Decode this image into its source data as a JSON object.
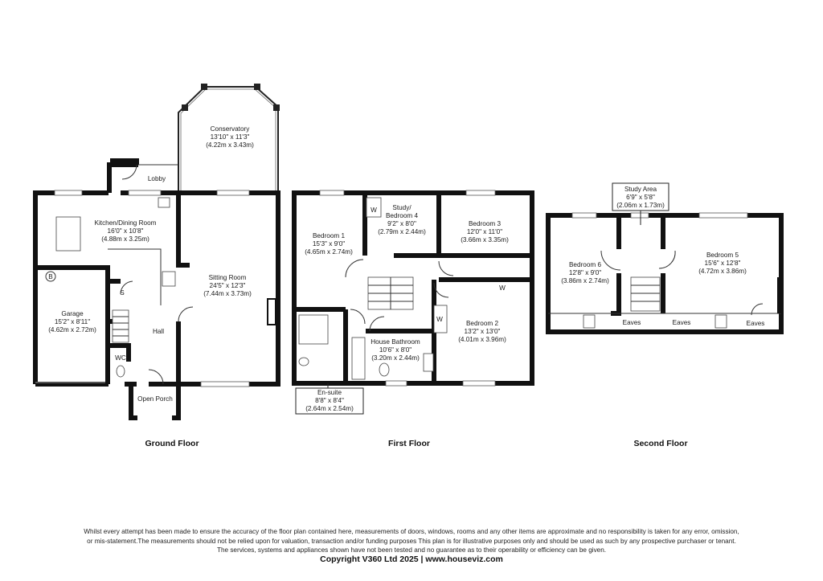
{
  "floors": [
    {
      "title": "Ground Floor"
    },
    {
      "title": "First Floor"
    },
    {
      "title": "Second Floor"
    }
  ],
  "rooms": {
    "conservatory": {
      "name": "Conservatory",
      "imperial": "13'10\" x 11'3\"",
      "metric": "(4.22m x 3.43m)"
    },
    "lobby": {
      "name": "Lobby"
    },
    "kitchen": {
      "name": "Kitchen/Dining Room",
      "imperial": "16'0\" x 10'8\"",
      "metric": "(4.88m x 3.25m)"
    },
    "sitting": {
      "name": "Sitting Room",
      "imperial": "24'5\" x 12'3\"",
      "metric": "(7.44m x 3.73m)"
    },
    "garage": {
      "name": "Garage",
      "imperial": "15'2\" x 8'11\"",
      "metric": "(4.62m x 2.72m)"
    },
    "hall": {
      "name": "Hall"
    },
    "wc": {
      "name": "WC"
    },
    "porch": {
      "name": "Open Porch"
    },
    "store": {
      "name": "S"
    },
    "boiler": {
      "name": "B"
    },
    "bedroom1": {
      "name": "Bedroom 1",
      "imperial": "15'3\" x 9'0\"",
      "metric": "(4.65m x 2.74m)"
    },
    "study4": {
      "name1": "Study/",
      "name2": "Bedroom 4",
      "imperial": "9'2\" x 8'0\"",
      "metric": "(2.79m x 2.44m)"
    },
    "bedroom3": {
      "name": "Bedroom 3",
      "imperial": "12'0\" x 11'0\"",
      "metric": "(3.66m x 3.35m)"
    },
    "bedroom2": {
      "name": "Bedroom 2",
      "imperial": "13'2\" x 13'0\"",
      "metric": "(4.01m x 3.96m)"
    },
    "bathroom": {
      "name": "House Bathroom",
      "imperial": "10'6\" x 8'0\"",
      "metric": "(3.20m x 2.44m)"
    },
    "ensuite": {
      "name": "En-suite",
      "imperial": "8'8\" x 8'4\"",
      "metric": "(2.64m x 2.54m)"
    },
    "study_area": {
      "name": "Study Area",
      "imperial": "6'9\" x 5'8\"",
      "metric": "(2.06m x 1.73m)"
    },
    "bedroom6": {
      "name": "Bedroom 6",
      "imperial": "12'8\" x 9'0\"",
      "metric": "(3.86m x 2.74m)"
    },
    "bedroom5": {
      "name": "Bedroom 5",
      "imperial": "15'6\" x 12'8\"",
      "metric": "(4.72m x 3.86m)"
    },
    "eaves": {
      "name": "Eaves"
    },
    "wardrobe": {
      "name": "W"
    }
  },
  "disclaimer": {
    "line1": "Whilst every attempt has been made to ensure the accuracy of the floor plan contained here, measurements of doors, windows, rooms and any other items are approximate and no responsibility is taken for any error, omission,",
    "line2": "or mis-statement.The measurements should not be relied upon for valuation, transaction and/or funding purposes This plan is for illustrative purposes only and should be used as such by any prospective purchaser or tenant.",
    "line3": "The services, systems and appliances shown have not been tested and no guarantee as to their operability or efficiency can be given."
  },
  "copyright": "Copyright V360 Ltd 2025 | www.houseviz.com",
  "colors": {
    "wall": "#111111",
    "window": "#ffffff",
    "background": "#ffffff"
  }
}
